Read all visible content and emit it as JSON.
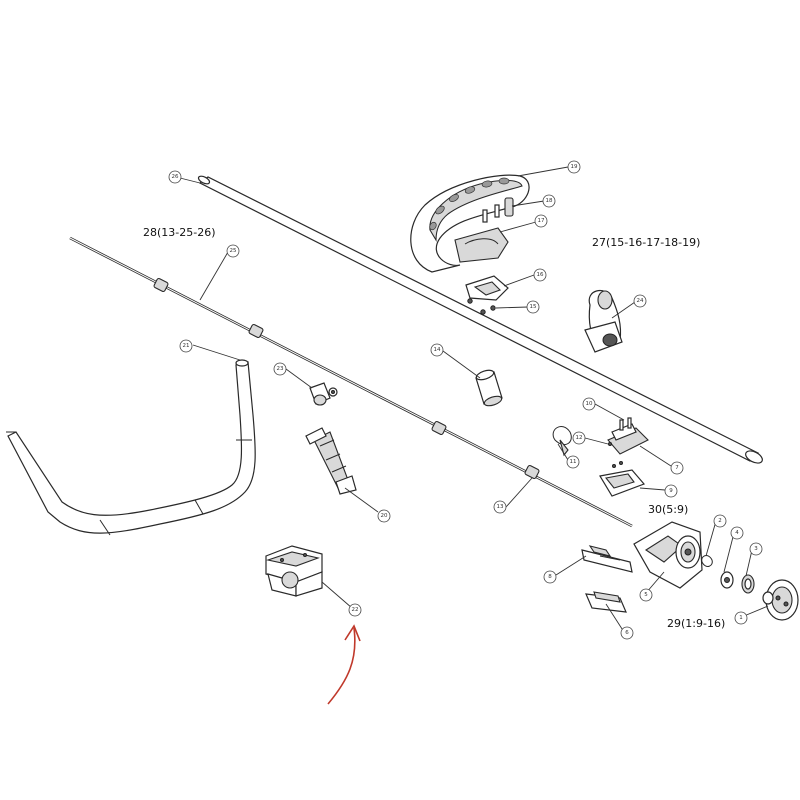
{
  "callouts": {
    "c26": "26",
    "c19": "19",
    "c18": "18",
    "c17": "17",
    "c25": "25",
    "c16": "16",
    "c15": "15",
    "c24": "24",
    "c21": "21",
    "c14": "14",
    "c23": "23",
    "c10": "10",
    "c12": "12",
    "c11": "11",
    "c7": "7",
    "c9": "9",
    "c20": "20",
    "c13": "13",
    "c2": "2",
    "c4": "4",
    "c3": "3",
    "c8": "8",
    "c5": "5",
    "c22": "22",
    "c6": "6",
    "c1": "1"
  },
  "groups": {
    "g28": "28(13-25-26)",
    "g27": "27(15-16-17-18-19)",
    "g30": "30(5:9)",
    "g29": "29(1:9-16)"
  },
  "colors": {
    "line": "#2a2a2a",
    "arrow": "#c0392b"
  }
}
